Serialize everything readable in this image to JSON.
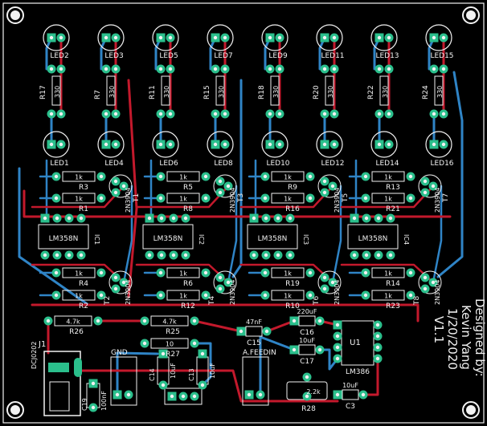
{
  "colors": {
    "background": "#000000",
    "silkscreen": "#f2f2f2",
    "top_trace": "#c3192c",
    "bottom_trace": "#2f84c6",
    "pad": "#2bbf8c",
    "pad_hole": "#f2f2f2"
  },
  "led_top_labels": [
    "LED2",
    "LED3",
    "LED5",
    "LED7",
    "LED9",
    "LED11",
    "LED13",
    "LED15"
  ],
  "led_bottom_labels": [
    "LED1",
    "LED4",
    "LED6",
    "LED8",
    "LED10",
    "LED12",
    "LED14",
    "LED16"
  ],
  "resistor_column_labels": [
    "R17",
    "R7",
    "R11",
    "R15",
    "R18",
    "R20",
    "R22",
    "R24"
  ],
  "resistor_column_value": "330",
  "resistor_value_1k": "1k",
  "resistor_row_upper": [
    "R3",
    "R5",
    "R9",
    "R13"
  ],
  "resistor_row_upper2": [
    "R1",
    "R8",
    "R16",
    "R21"
  ],
  "resistor_row_lower": [
    "R4",
    "R6",
    "R19",
    "R14"
  ],
  "resistor_row_lower2": [
    "R2",
    "R12",
    "R10",
    "R23"
  ],
  "transistor_upper": [
    "T1",
    "T3",
    "T5",
    "T7"
  ],
  "transistor_lower": [
    "T2",
    "T4",
    "T6",
    "T8"
  ],
  "transistor_part": "2N3904",
  "opamp_part": "LM358N",
  "opamp_refs": [
    "IC1",
    "IC2",
    "IC3",
    "IC4"
  ],
  "r26_label": "R26",
  "r26_value": "4.7k",
  "r25_label": "R25",
  "r25_value": "4.7k",
  "r27_label": "R27",
  "r27_value": "10",
  "r28_label": "R28",
  "r28_value": "2.2k",
  "c15_label": "C15",
  "c15_value": "47nF",
  "c16_label": "C16",
  "c16_value": "220uF",
  "c17_label": "C17",
  "c17_value": "10uF",
  "c3_label": "C3",
  "c3_value": "10uF",
  "c14_label": "C14",
  "c13_label": "C13",
  "c14_value": "10uF",
  "c13_value": "10uF",
  "c19_label": "C19",
  "c19_value": "100nF",
  "j1_label": "J1",
  "j1_part": "DCJ0202",
  "gnd_label": "GND",
  "feedin_label": "A.FEEDIN",
  "ic_audio_label": "LM386",
  "u1_label": "U1",
  "designer_lines": [
    "Designed by:",
    "Kevin Yang",
    "1/20/2020",
    "V1.1"
  ]
}
